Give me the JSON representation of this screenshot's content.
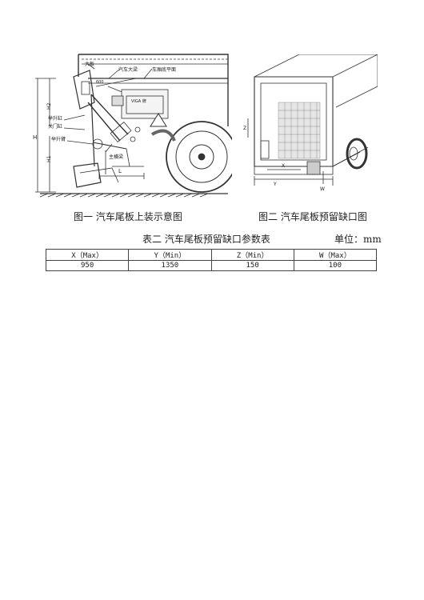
{
  "figure1": {
    "caption": "图一 汽车尾板上装示意图",
    "labels": {
      "top_plate": "大板",
      "beam": "汽车大梁",
      "floor": "车厢底平面",
      "lift_cyl": "举升缸",
      "door_cyl": "关门缸",
      "lift_arm": "举升臂",
      "main_beam": "主横梁",
      "h": "H",
      "h1": "H1",
      "h2": "H2",
      "l": "L",
      "dim_600": "600",
      "box_brand": "VIGA 牌"
    }
  },
  "figure2": {
    "caption": "图二 汽车尾板预留缺口图",
    "labels": {
      "x": "X",
      "y": "Y",
      "z": "Z",
      "w": "W"
    }
  },
  "table": {
    "title": "表二 汽车尾板预留缺口参数表",
    "unit": "单位：mm",
    "headers": [
      "X（Max）",
      "Y（Min）",
      "Z（Min）",
      "W（Max）"
    ],
    "rows": [
      [
        "950",
        "1350",
        "150",
        "100"
      ]
    ]
  }
}
